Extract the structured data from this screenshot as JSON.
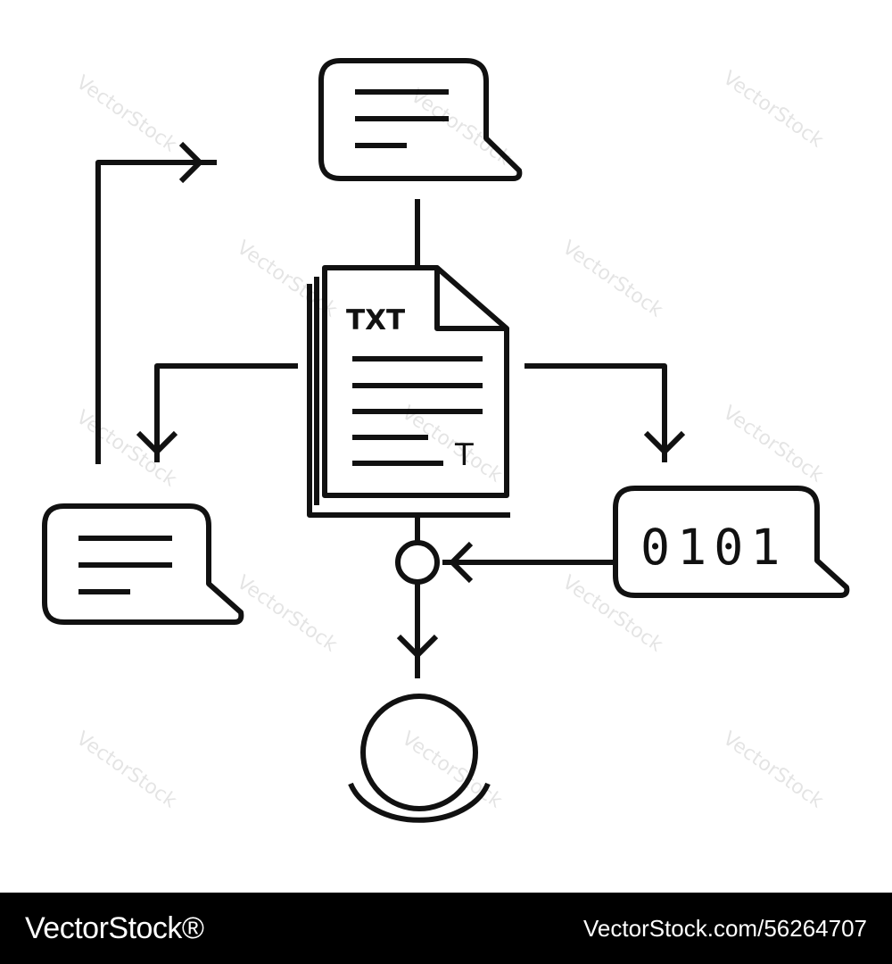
{
  "diagram": {
    "file_label": "TXT",
    "text_cursor_glyph": "T",
    "binary_text": "0101",
    "stroke_color": "#111111",
    "icons": [
      "speech-bubble",
      "txt-document",
      "binary-bubble",
      "user-avatar",
      "junction-node",
      "arrow"
    ]
  },
  "watermark": {
    "text": "VectorStock"
  },
  "footer": {
    "brand": "VectorStock®",
    "reference": "VectorStock.com/56264707",
    "background": "#000000",
    "text_color": "#ffffff"
  }
}
